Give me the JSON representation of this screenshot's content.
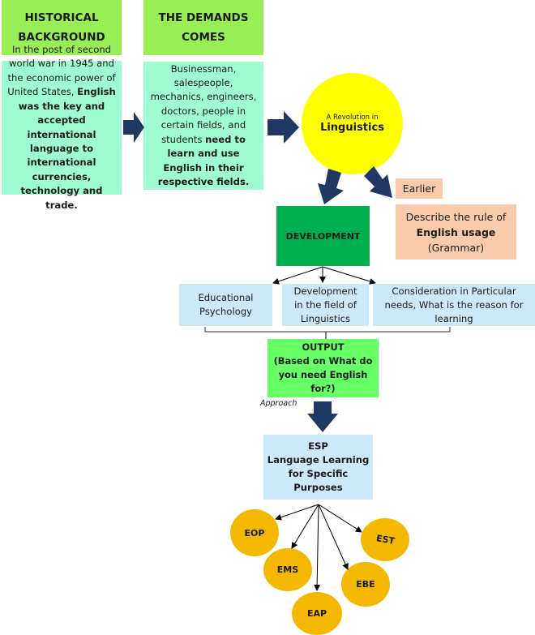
{
  "columns": [
    {
      "header": [
        "HISTORICAL",
        "BACKGROUND"
      ],
      "body_plain": "In the post of second world war in 1945 and the economic power of United States, ",
      "body_bold": "English was the key and accepted international language to international currencies, technology and trade."
    },
    {
      "header": [
        "THE DEMANDS",
        "COMES"
      ],
      "body_plain": "Businessman, salespeople, mechanics, engineers, doctors, people in certain fields, and students ",
      "body_bold": "need to learn and use English in their respective fields."
    }
  ],
  "revolution": {
    "small": "A Revolution in",
    "big": "Linguistics"
  },
  "earlier": {
    "label": "Earlier",
    "desc_plain": "Describe the rule of",
    "desc_bold": "English usage",
    "desc_tail": "(Grammar)"
  },
  "development": {
    "label": "DEVELOPMENT"
  },
  "factors": [
    {
      "label": "Educational Psychology"
    },
    {
      "label": "Development in the field of Linguistics"
    },
    {
      "label": "Consideration in Particular needs, What is the reason for learning"
    }
  ],
  "output": {
    "title": "OUTPUT",
    "subtitle": "(Based on What do you need English for?)"
  },
  "approach_label": "Approach",
  "esp": {
    "line1": "ESP",
    "line2": "Language Learning",
    "line3": "for Specific Purposes"
  },
  "branches": [
    "EOP",
    "EMS",
    "EAP",
    "EBE",
    "EST"
  ],
  "colors": {
    "header_green": "#99ee55",
    "mint": "#9ffcd2",
    "arrow_navy": "#1f3864",
    "yellow": "#ffff00",
    "dev_green": "#00b050",
    "light_blue": "#cce8fb",
    "output_green": "#66ff66",
    "peach": "#f9cbab",
    "orange": "#f5b800"
  }
}
